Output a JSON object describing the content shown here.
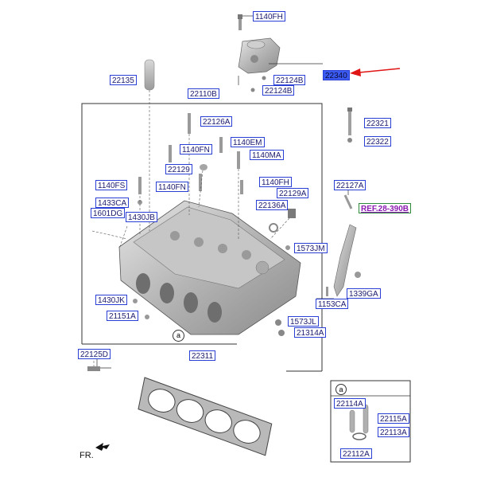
{
  "labels": [
    {
      "id": "1140fh-top",
      "text": "1140FH"
    },
    {
      "id": "22340",
      "text": "22340"
    },
    {
      "id": "22124b-1",
      "text": "22124B"
    },
    {
      "id": "22124b-2",
      "text": "22124B"
    },
    {
      "id": "22135",
      "text": "22135"
    },
    {
      "id": "22110b",
      "text": "22110B"
    },
    {
      "id": "22126a",
      "text": "22126A"
    },
    {
      "id": "1140em",
      "text": "1140EM"
    },
    {
      "id": "1140fn-1",
      "text": "1140FN"
    },
    {
      "id": "1140ma",
      "text": "1140MA"
    },
    {
      "id": "22129",
      "text": "22129"
    },
    {
      "id": "1140fs",
      "text": "1140FS"
    },
    {
      "id": "1140fn-2",
      "text": "1140FN"
    },
    {
      "id": "1140fh-2",
      "text": "1140FH"
    },
    {
      "id": "22129a",
      "text": "22129A"
    },
    {
      "id": "1433ca",
      "text": "1433CA"
    },
    {
      "id": "1601dg",
      "text": "1601DG"
    },
    {
      "id": "1430jb",
      "text": "1430JB"
    },
    {
      "id": "22136a",
      "text": "22136A"
    },
    {
      "id": "22321",
      "text": "22321"
    },
    {
      "id": "22322",
      "text": "22322"
    },
    {
      "id": "22127a",
      "text": "22127A"
    },
    {
      "id": "ref-28-390b",
      "text": "REF.28-390B"
    },
    {
      "id": "1573jm",
      "text": "1573JM"
    },
    {
      "id": "1339ga",
      "text": "1339GA"
    },
    {
      "id": "1153ca",
      "text": "1153CA"
    },
    {
      "id": "1430jk",
      "text": "1430JK"
    },
    {
      "id": "21151a",
      "text": "21151A"
    },
    {
      "id": "1573jl",
      "text": "1573JL"
    },
    {
      "id": "21314a",
      "text": "21314A"
    },
    {
      "id": "22125d",
      "text": "22125D"
    },
    {
      "id": "22311",
      "text": "22311"
    },
    {
      "id": "22114a",
      "text": "22114A"
    },
    {
      "id": "22115a",
      "text": "22115A"
    },
    {
      "id": "22113a",
      "text": "22113A"
    },
    {
      "id": "22112a",
      "text": "22112A"
    }
  ],
  "callouts": {
    "main": "a",
    "inset": "a"
  },
  "front_label": "FR.",
  "colors": {
    "label_border": "#2a3fd6",
    "highlight": "#3b5bf0",
    "arrow": "#e01515",
    "ref_text": "#8a1ab0",
    "ref_border": "#2e8b3e"
  }
}
